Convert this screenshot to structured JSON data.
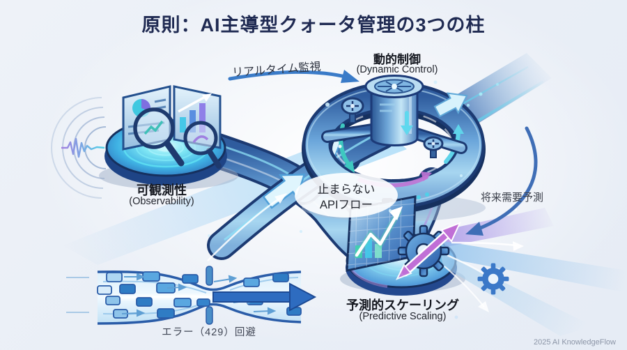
{
  "title": "原則：AI主導型クォータ管理の3つの柱",
  "nodes": {
    "observability": {
      "jp": "可観測性",
      "en": "(Observability)"
    },
    "dynamic_control": {
      "jp": "動的制御",
      "en": "(Dynamic Control)"
    },
    "predictive_scaling": {
      "jp": "予測的スケーリング",
      "en": "(Predictive Scaling)"
    }
  },
  "flow_labels": {
    "realtime_monitoring": "リアルタイム監視",
    "nonstop_api_flow": [
      "止まらない",
      "APIフロー"
    ],
    "future_demand_forecast": "将来需要予測",
    "error_429_avoidance": "エラー（429）回避"
  },
  "footer": {
    "watermark": "2025 AI KnowledgeFlow"
  },
  "icons": {
    "observability": "dashboard-screens-with-magnifiers",
    "dynamic_control": "pipe-ring-with-valve",
    "predictive_scaling": "growth-chart-with-gear",
    "bottom_left": "packet-bottleneck-flow",
    "decorations": [
      "ripple-waves",
      "speed-streaks",
      "gear",
      "sparkles"
    ]
  },
  "colors": {
    "background": "#edf1f7",
    "title_text": "#1f2a52",
    "label_text": "#2b2f3a",
    "pipe_dark": "#1c3a72",
    "pipe_mid": "#4a82c4",
    "pipe_light": "#a7d6f0",
    "glow_cyan": "#5fe0f2",
    "accent_magenta": "#c473d8",
    "accent_purple": "#a792e6",
    "watermark_text": "#8b94a6"
  }
}
